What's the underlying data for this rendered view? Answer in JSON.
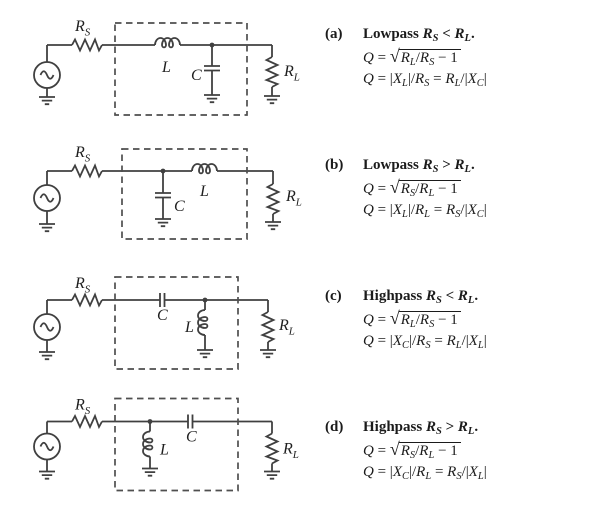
{
  "labels": {
    "rs_main": "R",
    "rs_sub": "S",
    "ind": "L",
    "cap": "C",
    "rl_main": "R",
    "rl_sub": "L"
  },
  "rows": [
    {
      "tag": "(a)",
      "title": [
        {
          "s": "r",
          "v": "Lowpass "
        },
        {
          "s": "i",
          "v": "R"
        },
        {
          "s": "sub",
          "v": "S"
        },
        {
          "s": "r",
          "v": " < "
        },
        {
          "s": "i",
          "v": "R"
        },
        {
          "s": "sub",
          "v": "L"
        },
        {
          "s": "r",
          "v": "."
        }
      ],
      "f1": [
        {
          "s": "i",
          "v": "Q"
        },
        {
          "s": "r",
          "v": " = "
        },
        {
          "s": "rad",
          "v": "√"
        },
        {
          "s": "sqrt",
          "v": [
            {
              "s": "i",
              "v": "R"
            },
            {
              "s": "sub",
              "v": "L"
            },
            {
              "s": "r",
              "v": "/"
            },
            {
              "s": "i",
              "v": "R"
            },
            {
              "s": "sub",
              "v": "S"
            },
            {
              "s": "r",
              "v": " − 1"
            }
          ]
        }
      ],
      "f2": [
        {
          "s": "i",
          "v": "Q"
        },
        {
          "s": "r",
          "v": " = |"
        },
        {
          "s": "i",
          "v": "X"
        },
        {
          "s": "sub",
          "v": "L"
        },
        {
          "s": "r",
          "v": "|/"
        },
        {
          "s": "i",
          "v": "R"
        },
        {
          "s": "sub",
          "v": "S"
        },
        {
          "s": "r",
          "v": " = "
        },
        {
          "s": "i",
          "v": "R"
        },
        {
          "s": "sub",
          "v": "L"
        },
        {
          "s": "r",
          "v": "/|"
        },
        {
          "s": "i",
          "v": "X"
        },
        {
          "s": "sub",
          "v": "C"
        },
        {
          "s": "r",
          "v": "|"
        }
      ]
    },
    {
      "tag": "(b)",
      "title": [
        {
          "s": "r",
          "v": "Lowpass "
        },
        {
          "s": "i",
          "v": "R"
        },
        {
          "s": "sub",
          "v": "S"
        },
        {
          "s": "r",
          "v": " > "
        },
        {
          "s": "i",
          "v": "R"
        },
        {
          "s": "sub",
          "v": "L"
        },
        {
          "s": "r",
          "v": "."
        }
      ],
      "f1": [
        {
          "s": "i",
          "v": "Q"
        },
        {
          "s": "r",
          "v": " = "
        },
        {
          "s": "rad",
          "v": "√"
        },
        {
          "s": "sqrt",
          "v": [
            {
              "s": "i",
              "v": "R"
            },
            {
              "s": "sub",
              "v": "S"
            },
            {
              "s": "r",
              "v": "/"
            },
            {
              "s": "i",
              "v": "R"
            },
            {
              "s": "sub",
              "v": "L"
            },
            {
              "s": "r",
              "v": " − 1"
            }
          ]
        }
      ],
      "f2": [
        {
          "s": "i",
          "v": "Q"
        },
        {
          "s": "r",
          "v": " = |"
        },
        {
          "s": "i",
          "v": "X"
        },
        {
          "s": "sub",
          "v": "L"
        },
        {
          "s": "r",
          "v": "|/"
        },
        {
          "s": "i",
          "v": "R"
        },
        {
          "s": "sub",
          "v": "L"
        },
        {
          "s": "r",
          "v": " = "
        },
        {
          "s": "i",
          "v": "R"
        },
        {
          "s": "sub",
          "v": "S"
        },
        {
          "s": "r",
          "v": "/|"
        },
        {
          "s": "i",
          "v": "X"
        },
        {
          "s": "sub",
          "v": "C"
        },
        {
          "s": "r",
          "v": "|"
        }
      ]
    },
    {
      "tag": "(c)",
      "title": [
        {
          "s": "r",
          "v": "Highpass "
        },
        {
          "s": "i",
          "v": "R"
        },
        {
          "s": "sub",
          "v": "S"
        },
        {
          "s": "r",
          "v": " < "
        },
        {
          "s": "i",
          "v": "R"
        },
        {
          "s": "sub",
          "v": "L"
        },
        {
          "s": "r",
          "v": "."
        }
      ],
      "f1": [
        {
          "s": "i",
          "v": "Q"
        },
        {
          "s": "r",
          "v": " = "
        },
        {
          "s": "rad",
          "v": "√"
        },
        {
          "s": "sqrt",
          "v": [
            {
              "s": "i",
              "v": "R"
            },
            {
              "s": "sub",
              "v": "L"
            },
            {
              "s": "r",
              "v": "/"
            },
            {
              "s": "i",
              "v": "R"
            },
            {
              "s": "sub",
              "v": "S"
            },
            {
              "s": "r",
              "v": " − 1"
            }
          ]
        }
      ],
      "f2": [
        {
          "s": "i",
          "v": "Q"
        },
        {
          "s": "r",
          "v": " = |"
        },
        {
          "s": "i",
          "v": "X"
        },
        {
          "s": "sub",
          "v": "C"
        },
        {
          "s": "r",
          "v": "|/"
        },
        {
          "s": "i",
          "v": "R"
        },
        {
          "s": "sub",
          "v": "S"
        },
        {
          "s": "r",
          "v": " = "
        },
        {
          "s": "i",
          "v": "R"
        },
        {
          "s": "sub",
          "v": "L"
        },
        {
          "s": "r",
          "v": "/|"
        },
        {
          "s": "i",
          "v": "X"
        },
        {
          "s": "sub",
          "v": "L"
        },
        {
          "s": "r",
          "v": "|"
        }
      ]
    },
    {
      "tag": "(d)",
      "title": [
        {
          "s": "r",
          "v": "Highpass "
        },
        {
          "s": "i",
          "v": "R"
        },
        {
          "s": "sub",
          "v": "S"
        },
        {
          "s": "r",
          "v": " > "
        },
        {
          "s": "i",
          "v": "R"
        },
        {
          "s": "sub",
          "v": "L"
        },
        {
          "s": "r",
          "v": "."
        }
      ],
      "f1": [
        {
          "s": "i",
          "v": "Q"
        },
        {
          "s": "r",
          "v": " = "
        },
        {
          "s": "rad",
          "v": "√"
        },
        {
          "s": "sqrt",
          "v": [
            {
              "s": "i",
              "v": "R"
            },
            {
              "s": "sub",
              "v": "S"
            },
            {
              "s": "r",
              "v": "/"
            },
            {
              "s": "i",
              "v": "R"
            },
            {
              "s": "sub",
              "v": "L"
            },
            {
              "s": "r",
              "v": " − 1"
            }
          ]
        }
      ],
      "f2": [
        {
          "s": "i",
          "v": "Q"
        },
        {
          "s": "r",
          "v": " = |"
        },
        {
          "s": "i",
          "v": "X"
        },
        {
          "s": "sub",
          "v": "C"
        },
        {
          "s": "r",
          "v": "|/"
        },
        {
          "s": "i",
          "v": "R"
        },
        {
          "s": "sub",
          "v": "L"
        },
        {
          "s": "r",
          "v": " = "
        },
        {
          "s": "i",
          "v": "R"
        },
        {
          "s": "sub",
          "v": "S"
        },
        {
          "s": "r",
          "v": "/|"
        },
        {
          "s": "i",
          "v": "X"
        },
        {
          "s": "sub",
          "v": "L"
        },
        {
          "s": "r",
          "v": "|"
        }
      ]
    }
  ]
}
